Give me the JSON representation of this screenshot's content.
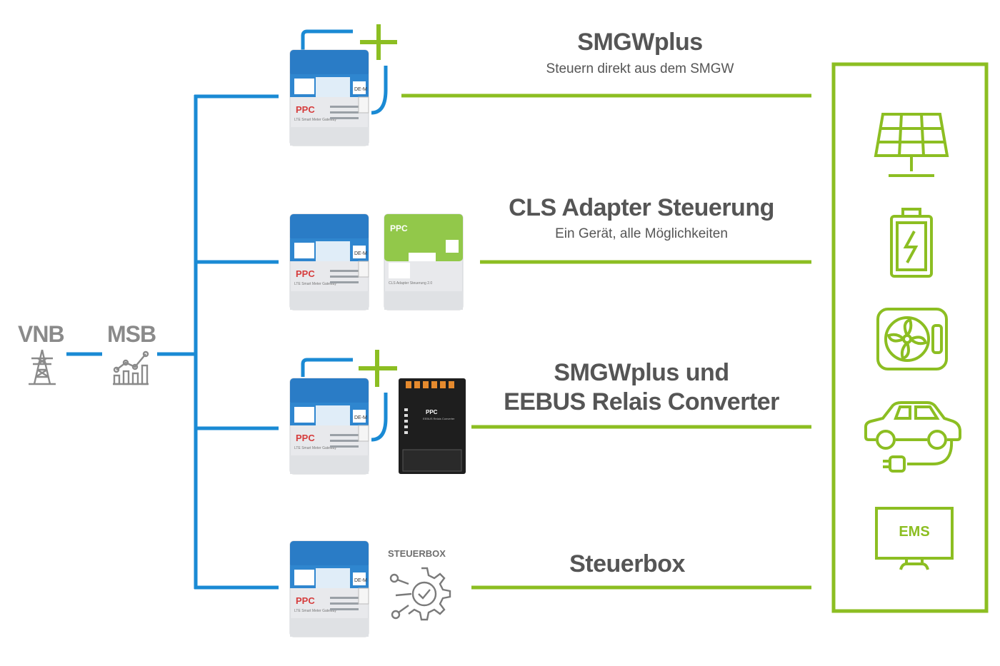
{
  "colors": {
    "blue": "#1a8ad4",
    "green": "#8cbe22",
    "gray_text": "#555555",
    "label_gray": "#8a8a8a",
    "device_blue": "#2a7cc6",
    "device_gray": "#e8e9ec",
    "cls_green": "#92c84a",
    "ppc_red": "#d63c3c"
  },
  "left": {
    "vnb": "VNB",
    "msb": "MSB",
    "vnb_icon": "power-tower-icon",
    "msb_icon": "growth-chart-icon"
  },
  "rows": [
    {
      "title": "SMGWplus",
      "subtitle": "Steuern direkt aus dem SMGW"
    },
    {
      "title": "CLS Adapter Steuerung",
      "subtitle": "Ein Gerät, alle Möglichkeiten"
    },
    {
      "title_line1": "SMGWplus und",
      "title_line2": "EEBUS Relais Converter"
    },
    {
      "title": "Steuerbox"
    }
  ],
  "steuerbox_label": "STEUERBOX",
  "device_texts": {
    "brand": "PPC",
    "smgw_caption": "LTE Smart Meter Gateway",
    "cls_caption": "CLS Adapter Steuerung 2.0",
    "eebus_caption": "EEBUS Relais Converter",
    "de_mark": "DE-M"
  },
  "consumers": [
    "solar-panel-icon",
    "battery-icon",
    "heat-pump-icon",
    "electric-car-icon",
    "ems-monitor-icon"
  ],
  "ems_label": "EMS"
}
